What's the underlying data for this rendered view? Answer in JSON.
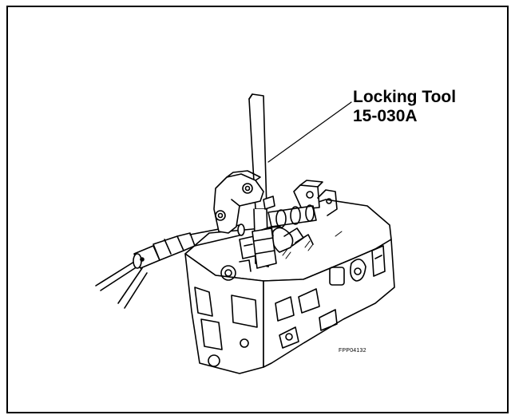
{
  "callout": {
    "line1": "Locking Tool",
    "line2": "15-030A"
  },
  "figure_code": "FPP04132",
  "colors": {
    "ink": "#000000",
    "paper": "#ffffff"
  }
}
